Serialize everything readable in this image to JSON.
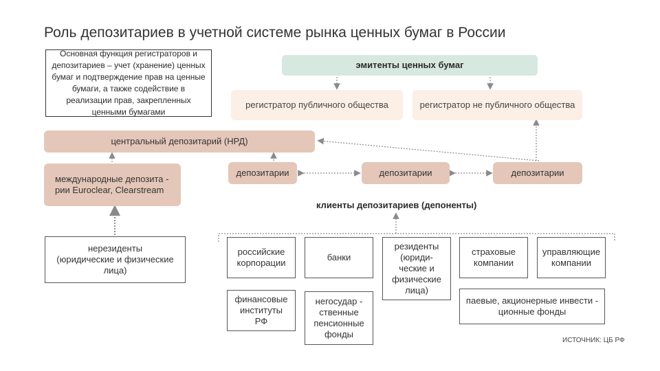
{
  "title": "Роль депозитариев в учетной системе рынка ценных бумаг в России",
  "note": "Основная функция регистраторов и депозитариев – учет (хранение) ценных бумаг и подтверждение прав на ценные бумаги, а также содействие в реализации прав, закрепленных ценными бумагами",
  "issuers": "эмитенты ценных бумаг",
  "registrar_public": "регистратор публичного общества",
  "registrar_nonpublic": "регистратор не публичного общества",
  "central_depository": "центральный депозитарий (НРД)",
  "international": "международные депозита -\nрии Euroclear, Clearstream",
  "depositories": [
    "депозитарии",
    "депозитарии",
    "депозитарии"
  ],
  "nonresidents": "нерезиденты\n(юридические и физические\nлица)",
  "clients_heading": "клиенты депозитариев (депоненты)",
  "clients": {
    "russian_corps": "российские\nкорпорации",
    "banks": "банки",
    "residents": "резиденты\n(юриди-\nческие и\nфизические\nлица)",
    "insurance": "страховые\nкомпании",
    "management": "управляющие\nкомпании",
    "financial": "финансовые\nинституты\nРФ",
    "pension": "негосудар -\nственные\nпенсионные\nфонды",
    "funds": "паевые, акционерные инвести -\nционные фонды"
  },
  "source": "ИСТОЧНИК: ЦБ РФ",
  "colors": {
    "green": "#d6e8df",
    "light": "#fbefe6",
    "tan": "#e4c7b9",
    "arrow": "#8a8a8a"
  }
}
